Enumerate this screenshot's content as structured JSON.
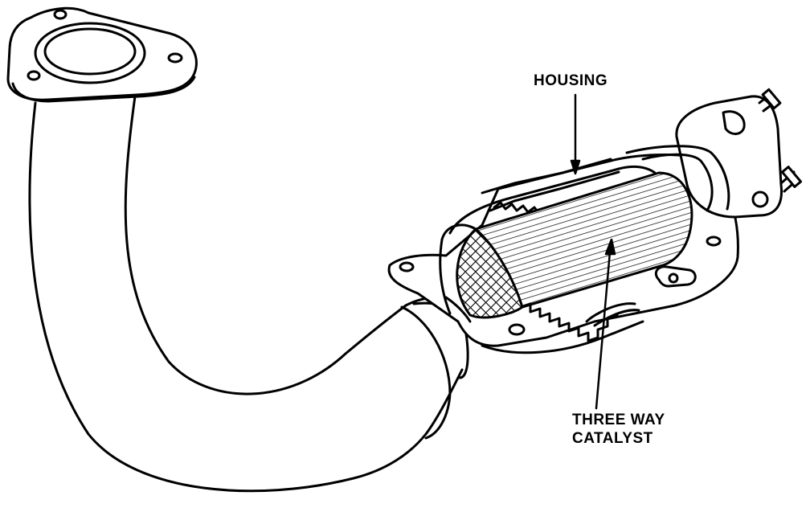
{
  "labels": {
    "housing": "HOUSING",
    "catalyst_line1": "THREE WAY",
    "catalyst_line2": "CATALYST"
  },
  "colors": {
    "ink": "#000000",
    "paper": "#ffffff"
  }
}
